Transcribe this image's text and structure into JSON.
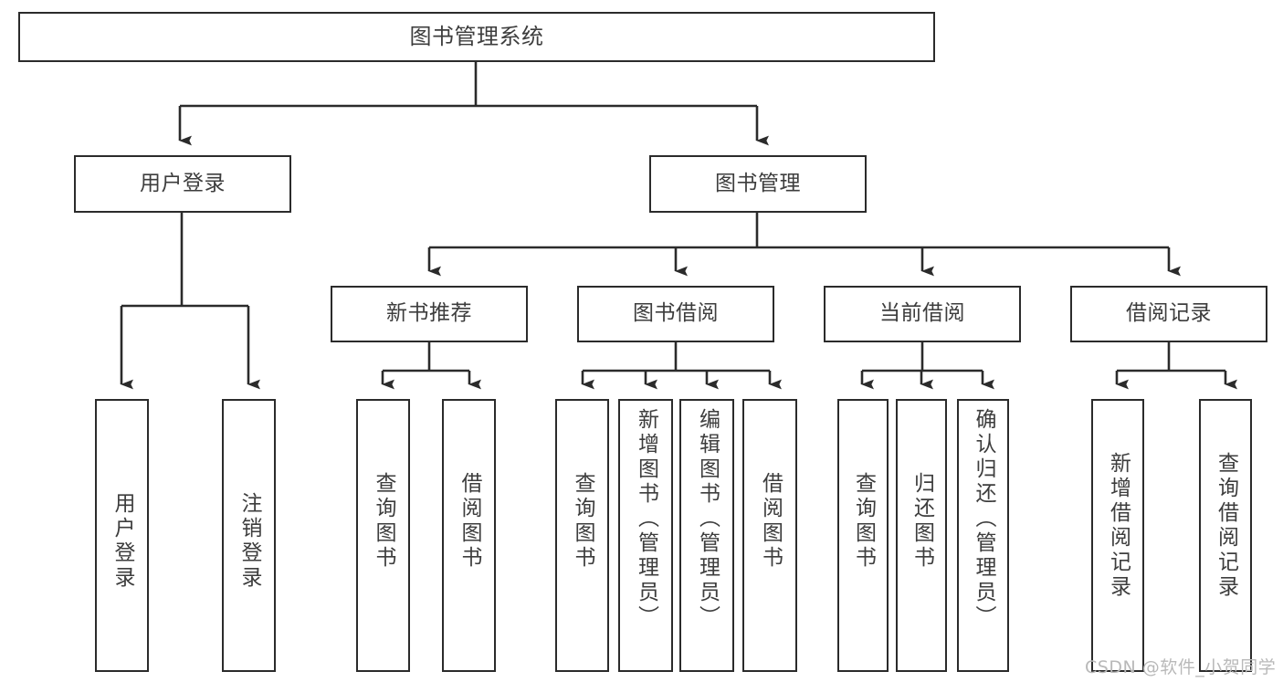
{
  "diagram": {
    "type": "tree-hierarchy-flowchart",
    "title": "图书管理系统",
    "line_color": "#2b2b2b",
    "text_color": "#3d3d3d",
    "background_color": "#ffffff",
    "nodes": [
      {
        "id": "root",
        "label": "图书管理系统",
        "level": 1,
        "orientation": "horizontal"
      },
      {
        "id": "user-login",
        "label": "用户登录",
        "level": 2,
        "orientation": "horizontal"
      },
      {
        "id": "book-manage",
        "label": "图书管理",
        "level": 2,
        "orientation": "horizontal"
      },
      {
        "id": "new-book-rec",
        "label": "新书推荐",
        "level": 3,
        "orientation": "horizontal"
      },
      {
        "id": "book-borrow",
        "label": "图书借阅",
        "level": 3,
        "orientation": "horizontal"
      },
      {
        "id": "current-borrow",
        "label": "当前借阅",
        "level": 3,
        "orientation": "horizontal"
      },
      {
        "id": "borrow-record",
        "label": "借阅记录",
        "level": 3,
        "orientation": "horizontal"
      },
      {
        "id": "leaf-1",
        "label": "用户登录",
        "level": 4,
        "orientation": "vertical",
        "parent": "user-login"
      },
      {
        "id": "leaf-2",
        "label": "注销登录",
        "level": 4,
        "orientation": "vertical",
        "parent": "user-login"
      },
      {
        "id": "leaf-3",
        "label": "查询图书",
        "level": 4,
        "orientation": "vertical",
        "parent": "new-book-rec"
      },
      {
        "id": "leaf-4",
        "label": "借阅图书",
        "level": 4,
        "orientation": "vertical",
        "parent": "new-book-rec"
      },
      {
        "id": "leaf-5",
        "label": "查询图书",
        "level": 4,
        "orientation": "vertical",
        "parent": "book-borrow"
      },
      {
        "id": "leaf-6",
        "label": "新增图书（管理员）",
        "level": 4,
        "orientation": "vertical",
        "parent": "book-borrow"
      },
      {
        "id": "leaf-7",
        "label": "编辑图书（管理员）",
        "level": 4,
        "orientation": "vertical",
        "parent": "book-borrow"
      },
      {
        "id": "leaf-8",
        "label": "借阅图书",
        "level": 4,
        "orientation": "vertical",
        "parent": "book-borrow"
      },
      {
        "id": "leaf-9",
        "label": "查询图书",
        "level": 4,
        "orientation": "vertical",
        "parent": "current-borrow"
      },
      {
        "id": "leaf-10",
        "label": "归还图书",
        "level": 4,
        "orientation": "vertical",
        "parent": "current-borrow"
      },
      {
        "id": "leaf-11",
        "label": "确认归还（管理员）",
        "level": 4,
        "orientation": "vertical",
        "parent": "current-borrow"
      },
      {
        "id": "leaf-12",
        "label": "新增借阅记录",
        "level": 4,
        "orientation": "vertical",
        "parent": "borrow-record"
      },
      {
        "id": "leaf-13",
        "label": "查询借阅记录",
        "level": 4,
        "orientation": "vertical",
        "parent": "borrow-record"
      }
    ]
  },
  "watermark": {
    "text": "CSDN @软件_小贺同学"
  }
}
